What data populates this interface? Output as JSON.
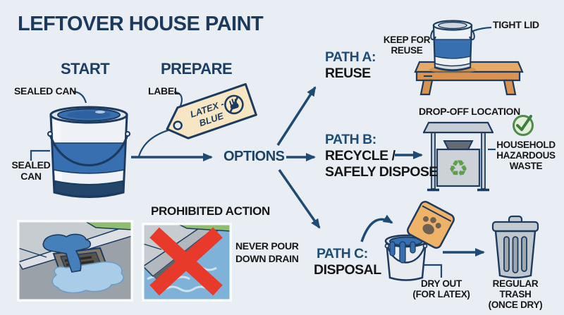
{
  "title": "LEFTOVER HOUSE PAINT",
  "start": {
    "header": "START",
    "label_top": "SEALED CAN",
    "label_side": "SEALED CAN"
  },
  "prepare": {
    "header": "PREPARE",
    "label": "LABEL",
    "tag_line1": "LATEX -",
    "tag_line2": "BLUE"
  },
  "options_label": "OPTIONS",
  "path_a": {
    "title": "PATH A:",
    "subtitle": "REUSE",
    "keep_label": "KEEP FOR REUSE",
    "lid_label": "TIGHT LID"
  },
  "path_b": {
    "title": "PATH B:",
    "subtitle_line1": "RECYCLE /",
    "subtitle_line2": "SAFELY DISPOSE",
    "location_label": "DROP-OFF LOCATION",
    "waste_label": "HOUSEHOLD HAZARDOUS WASTE"
  },
  "path_c": {
    "title": "PATH C:",
    "subtitle": "DISPOSAL",
    "dry_line1": "DRY OUT",
    "dry_line2": "(FOR LATEX)",
    "trash_line1": "REGULAR TRASH",
    "trash_line2": "(ONCE DRY)"
  },
  "prohibited": {
    "header": "PROHIBITED ACTION",
    "warning": "NEVER POUR DOWN DRAIN"
  },
  "icons": {
    "recycle-icon": "♻",
    "check-icon": "✓",
    "no-touch-hand-icon": "circle-slash-hand",
    "paw-icon": "paw-print",
    "sealed-can-icon": "paint-can-sealed",
    "tight-lid-can-icon": "paint-can-closed-on-shelf",
    "dropoff-station-icon": "recycling-drop-off-bin",
    "trash-can-icon": "trash-can",
    "litter-bag-icon": "absorbent-bag",
    "tag-icon": "label-tag",
    "drain-icon": "storm-drain"
  },
  "colors": {
    "background": "#e9edf4",
    "navy_outline": "#1c3b5e",
    "arrow": "#1f4a73",
    "path_title": "#1d4d77",
    "text": "#171717",
    "paint_blue": "#376fb0",
    "tag_cream": "#f6e6c4",
    "wood": "#e6a968",
    "recycle_green": "#5f9e4a",
    "check_green": "#4f8c4b",
    "red_x": "#e83a2a",
    "litter_orange": "#eeb269"
  }
}
